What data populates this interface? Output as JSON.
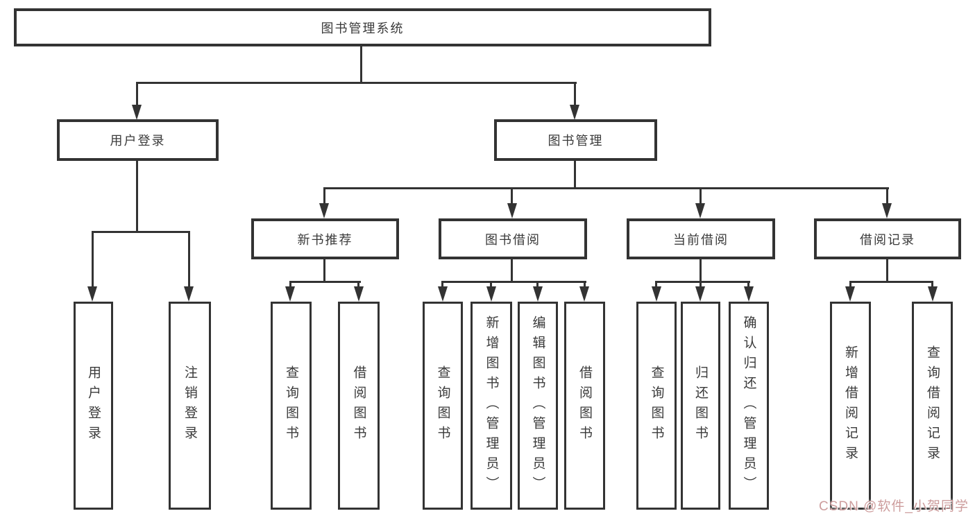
{
  "tree": {
    "label": "图书管理系统",
    "children": [
      {
        "label": "用户登录",
        "children": [
          {
            "label": "用户登录"
          },
          {
            "label": "注销登录"
          }
        ]
      },
      {
        "label": "图书管理",
        "children": [
          {
            "label": "新书推荐",
            "children": [
              {
                "label": "查询图书"
              },
              {
                "label": "借阅图书"
              }
            ]
          },
          {
            "label": "图书借阅",
            "children": [
              {
                "label": "查询图书"
              },
              {
                "label": "新增图书（管理员）"
              },
              {
                "label": "编辑图书（管理员）"
              },
              {
                "label": "借阅图书"
              }
            ]
          },
          {
            "label": "当前借阅",
            "children": [
              {
                "label": "查询图书"
              },
              {
                "label": "归还图书"
              },
              {
                "label": "确认归还（管理员）"
              }
            ]
          },
          {
            "label": "借阅记录",
            "children": [
              {
                "label": "新增借阅记录"
              },
              {
                "label": "查询借阅记录"
              }
            ]
          }
        ]
      }
    ]
  },
  "colors": {
    "line": "#333333",
    "background": "#ffffff",
    "watermark": "#c48c8c"
  },
  "watermark": {
    "text": "CSDN @软件_小贺同学"
  }
}
